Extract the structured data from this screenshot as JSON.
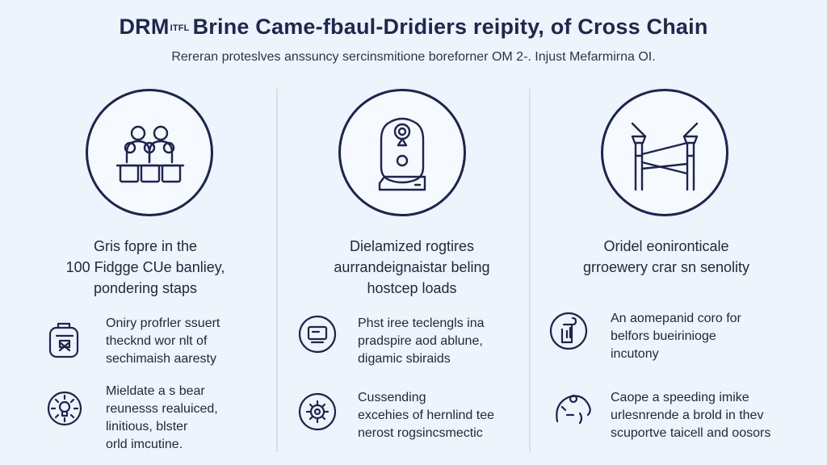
{
  "header": {
    "title_prefix": "DRM",
    "title_tiny": "ITFL",
    "title_main": "Brine Came-fbaul-Dridiers reipity, of Cross Chain",
    "subtitle": "Rereran proteslves anssuncy sercinsmitione boreforner OM 2-. Injust Mefarmirna OI."
  },
  "colors": {
    "background": "#eef4fb",
    "ink": "#1c2452",
    "divider": "#d6e0ee"
  },
  "columns": [
    {
      "hero_icon": "team-people-icon",
      "heading": [
        "Gris fopre in the",
        "100 Fidgge CUe banliey,",
        "pondering staps"
      ],
      "items": [
        {
          "icon": "backpack-icon",
          "lines": [
            "Oniry profrler ssuert",
            "thecknd wor nlt of",
            "sechimaish aaresty"
          ]
        },
        {
          "icon": "lightbulb-gear-icon",
          "lines": [
            "Mieldate a s bear",
            "reunesss realuiced,",
            "linitious, blster",
            "orld imcutine."
          ]
        }
      ]
    },
    {
      "hero_icon": "device-key-icon",
      "heading": [
        "Dielamized rogtires",
        "aurrandeignaistar beling",
        "hostcep loads"
      ],
      "items": [
        {
          "icon": "monitor-icon",
          "lines": [
            "Phst iree teclengls ina",
            "pradspire aod ablune,",
            "digamic sbiraids"
          ]
        },
        {
          "icon": "gear-circle-icon",
          "lines": [
            "Cussending",
            "excehies of hernlind tee",
            "nerost rogsincsmectic"
          ]
        }
      ]
    },
    {
      "hero_icon": "bridge-icon",
      "heading": [
        "Oridel eonironticale",
        "grroewery crar sn senolity"
      ],
      "items": [
        {
          "icon": "document-money-icon",
          "lines": [
            "An aomepanid coro for",
            "belfors bueirinioge",
            "incutony"
          ]
        },
        {
          "icon": "head-gear-icon",
          "lines": [
            "Caope a speeding imike",
            "urlesnrende a brold in thev",
            "scuportve taicell and oosors"
          ]
        }
      ]
    }
  ]
}
